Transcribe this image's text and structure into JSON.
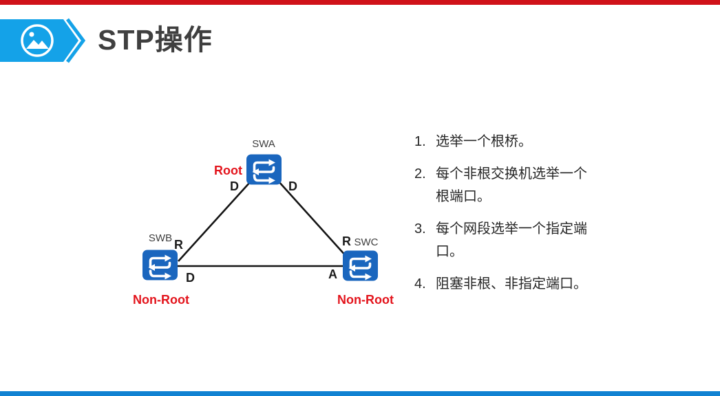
{
  "slide": {
    "title": "STP操作"
  },
  "colors": {
    "banner_azure": "#14a2e8",
    "top_bar_red": "#d01219",
    "bottom_bar_blue": "#1182d2",
    "switch_blue": "#1a66be",
    "role_red": "#e3141c",
    "title_gray": "#3f3f3f",
    "line_black": "#141414"
  },
  "header": {
    "icon": "picture-icon"
  },
  "diagram": {
    "nodes": [
      {
        "id": "SWA",
        "label": "SWA",
        "role": "Root",
        "ports": [
          {
            "label": "D"
          },
          {
            "label": "D"
          }
        ]
      },
      {
        "id": "SWB",
        "label": "SWB",
        "role": "Non-Root",
        "ports": [
          {
            "label": "R"
          },
          {
            "label": "D"
          }
        ]
      },
      {
        "id": "SWC",
        "label": "SWC",
        "role": "Non-Root",
        "ports": [
          {
            "label": "R"
          },
          {
            "label": "A"
          }
        ]
      }
    ],
    "links": [
      {
        "from": "SWB",
        "to": "SWA"
      },
      {
        "from": "SWA",
        "to": "SWC"
      },
      {
        "from": "SWB",
        "to": "SWC"
      }
    ]
  },
  "list": {
    "items": [
      {
        "number": "1.",
        "lines": [
          "选举一个根桥。"
        ]
      },
      {
        "number": "2.",
        "lines": [
          "每个非根交换机选举一个",
          "根端口。"
        ]
      },
      {
        "number": "3.",
        "lines": [
          "每个网段选举一个指定端",
          "口。"
        ]
      },
      {
        "number": "4.",
        "lines": [
          "阻塞非根、非指定端口。"
        ]
      }
    ]
  }
}
